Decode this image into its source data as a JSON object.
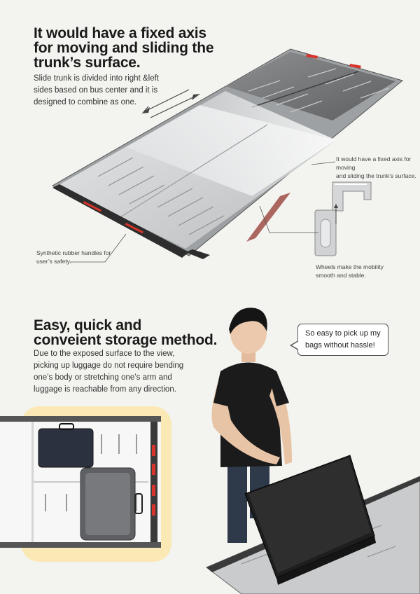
{
  "section1": {
    "heading": "It would have a fixed axis\nfor moving and sliding the\ntrunk’s surface.",
    "description": "Slide trunk is divided into right &left\nsides based on bus center and it is\ndesigned to combine as one.",
    "callouts": {
      "axis": "It would have a fixed axis for moving\nand sliding the trunk’s surface.",
      "handles": "Synthetic rubber handles for\nuser’s safety.",
      "wheels": "Wheels make the mobility\nsmooth and stable."
    }
  },
  "section2": {
    "heading": "Easy, quick and\nconveient storage method.",
    "description": "Due to the exposed surface to the view,\npicking up luggage do not require bending\none’s body or stretching one’s arm and\nluggage is reachable from any direction.",
    "speech_bubble": "So easy to pick up my\nbags without hassle!"
  },
  "colors": {
    "background": "#f3f3ef",
    "panel_metal": "#cfd1d2",
    "rail_dark": "#3a3a3a",
    "accent_red": "#d9342b",
    "highlight_yellow": "#fbe9b5"
  }
}
